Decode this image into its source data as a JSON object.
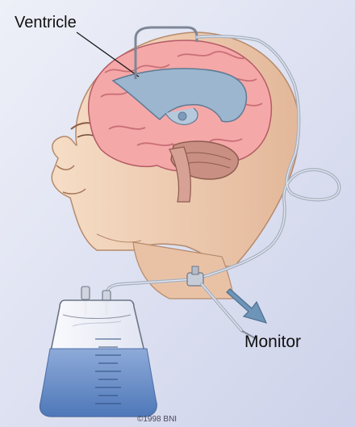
{
  "labels": {
    "ventricle": "Ventricle",
    "monitor": "Monitor",
    "copyright": "©1998 BNI"
  },
  "colors": {
    "background": "#dcdff0",
    "skin": "#f1d3b8",
    "skin_shadow": "#d9a886",
    "brain": "#f4a8a8",
    "brain_fold": "#c96f76",
    "ventricle": "#9cb6cf",
    "cerebellum": "#c98f82",
    "tubing": "#a9b2c2",
    "csf": "#6a8fc8",
    "arrow": "#6e95b8"
  },
  "icons": {
    "brain": "brain-illustration",
    "bag": "drainage-bag-illustration",
    "arrow": "direction-arrow-icon"
  }
}
